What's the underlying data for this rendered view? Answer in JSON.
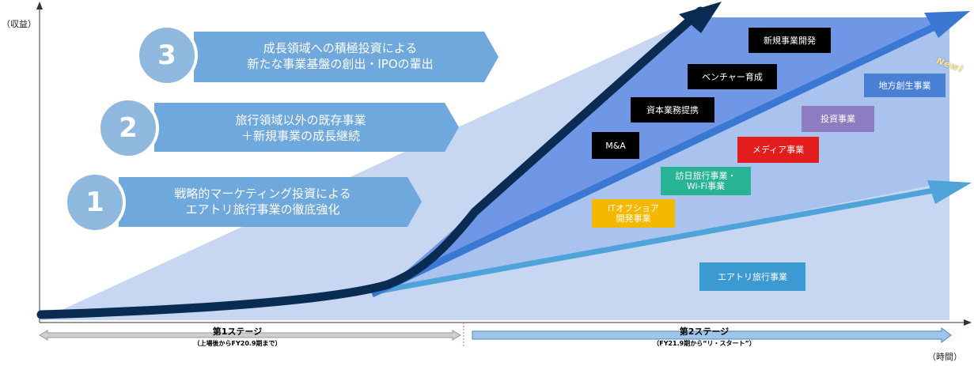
{
  "axes": {
    "y_label": "（収益）",
    "x_label": "（時間）"
  },
  "steps": [
    {
      "number": "3",
      "lines": [
        "成長領域への積極投資による",
        "新たな事業基盤の創出・IPOの輩出"
      ]
    },
    {
      "number": "2",
      "lines": [
        "旅行領域以外の既存事業",
        "＋新規事業の成長継続"
      ]
    },
    {
      "number": "1",
      "lines": [
        "戦略的マーケティング投資による",
        "エアトリ旅行事業の徹底強化"
      ]
    }
  ],
  "businesses": {
    "new_business": "新規事業開発",
    "venture": "ベンチャー育成",
    "capital_alliance": "資本業務提携",
    "ma": "M&A",
    "regional": "地方創生事業",
    "investment": "投資事業",
    "media": "メディア事業",
    "inbound_line1": "訪日旅行事業・",
    "inbound_line2": "Wi-Fi事業",
    "it_line1": "ITオフショア",
    "it_line2": "開発事業",
    "airtrip": "エアトリ旅行事業"
  },
  "new_tag": "New!",
  "stages": [
    {
      "title": "第1ステージ",
      "subtitle": "（上場後からFY20.9期まで）"
    },
    {
      "title": "第2ステージ",
      "subtitle": "（FY21.9期から“リ・スタート”）"
    }
  ],
  "colors": {
    "step_arrow": "#6fa8dc",
    "step_circle": "#8fb8de",
    "dark_navy": "#0b2c52",
    "mid_blue": "#3a78d4",
    "light_blue": "#4fa3d9",
    "area_dark": "#6f97e6",
    "area_light": "#c7d7f2",
    "black_box": "#000000",
    "purple_box": "#8e7cc3",
    "red_box": "#e31c1c",
    "teal_box": "#27b394",
    "yellow_box": "#f5b800",
    "airtrip_box": "#3b9ad1",
    "regional_box": "#4a7fd6"
  }
}
